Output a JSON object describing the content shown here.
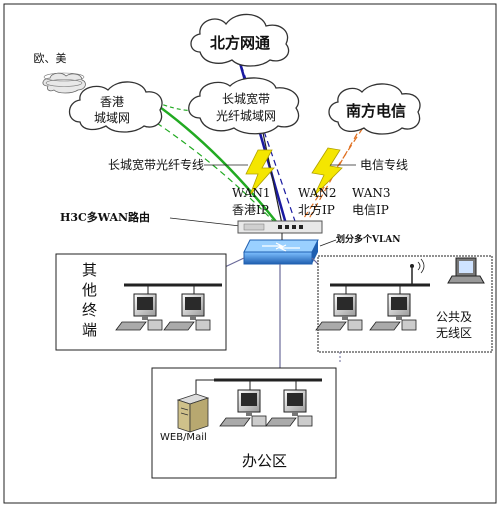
{
  "clouds": {
    "north": "北方网通",
    "south": "南方电信",
    "great_wall": [
      "长城宽带",
      "光纤城域网"
    ],
    "hk": [
      "香港",
      "城域网"
    ],
    "euro_us": "欧、美"
  },
  "links": {
    "gw_fiber": "长城宽带光纤专线",
    "telecom": "电信专线"
  },
  "router": {
    "label": "H3C多WAN路由",
    "wan1": [
      "WAN1",
      "香港IP"
    ],
    "wan2": [
      "WAN2",
      "北方IP"
    ],
    "wan3": [
      "WAN3",
      "电信IP"
    ]
  },
  "switch": {
    "vlan_label": "划分多个VLAN"
  },
  "zones": {
    "other_terminals": [
      "其",
      "他",
      "终",
      "端"
    ],
    "public_wireless": [
      "公共及",
      "无线区"
    ],
    "office": "办公区",
    "server": "WEB/Mail"
  },
  "colors": {
    "cloud_border": "#333333",
    "north_link": "#1a1aa0",
    "south_link": "#e07020",
    "hk_link": "#22aa22",
    "lightning": "#f4e600",
    "switch": "#2f7fd0"
  }
}
